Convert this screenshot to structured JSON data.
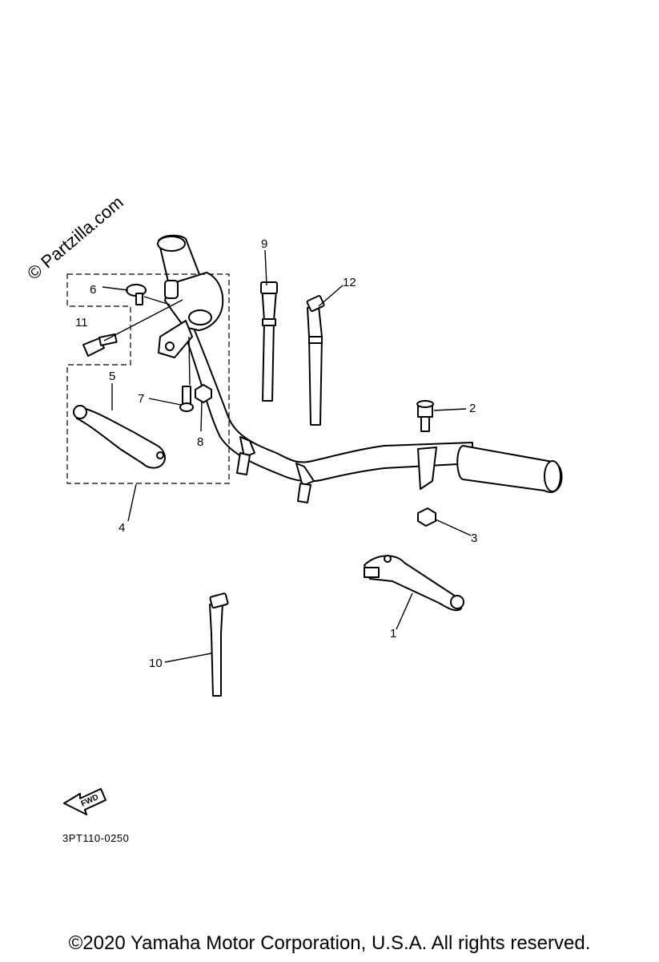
{
  "watermark": "© Partzilla.com",
  "callouts": {
    "c1": "1",
    "c2": "2",
    "c3": "3",
    "c4": "4",
    "c5": "5",
    "c6": "6",
    "c7": "7",
    "c8": "8",
    "c9": "9",
    "c10": "10",
    "c11": "11",
    "c12": "12"
  },
  "fwd_label": "FWD",
  "diagram_code": "3PT110-0250",
  "copyright": "©2020 Yamaha Motor Corporation, U.S.A. All rights reserved.",
  "icons": [
    "fwd-arrow-icon"
  ]
}
